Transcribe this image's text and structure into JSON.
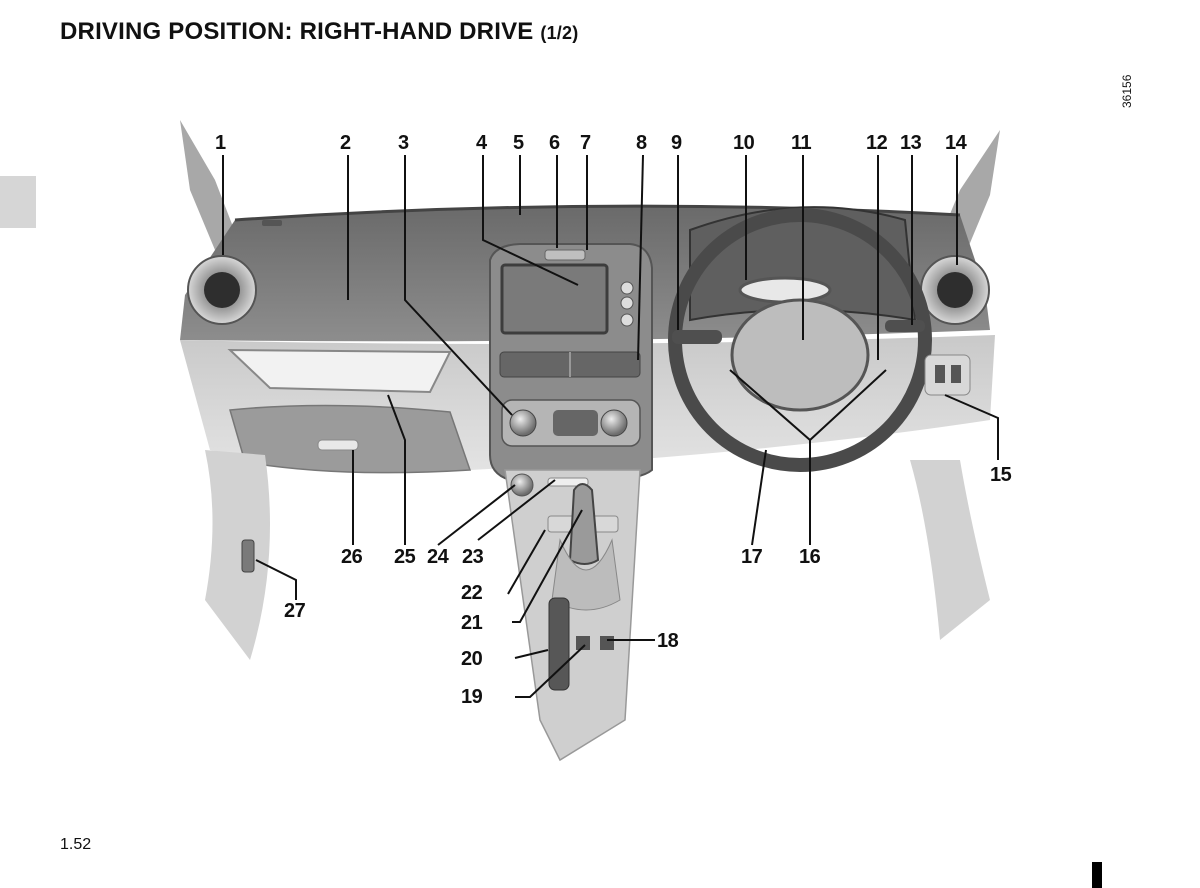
{
  "page": {
    "title": "DRIVING POSITION: RIGHT-HAND DRIVE",
    "title_part": "(1/2)",
    "reference_code": "36156",
    "page_number": "1.52"
  },
  "callouts": {
    "c1": "1",
    "c2": "2",
    "c3": "3",
    "c4": "4",
    "c5": "5",
    "c6": "6",
    "c7": "7",
    "c8": "8",
    "c9": "9",
    "c10": "10",
    "c11": "11",
    "c12": "12",
    "c13": "13",
    "c14": "14",
    "c15": "15",
    "c16": "16",
    "c17": "17",
    "c18": "18",
    "c19": "19",
    "c20": "20",
    "c21": "21",
    "c22": "22",
    "c23": "23",
    "c24": "24",
    "c25": "25",
    "c26": "26",
    "c27": "27"
  },
  "colors": {
    "ink": "#111111",
    "dash_dark": "#5a5a5a",
    "dash_mid": "#8a8a8a",
    "dash_light": "#bdbdbd",
    "panel": "#d9d9d9"
  }
}
